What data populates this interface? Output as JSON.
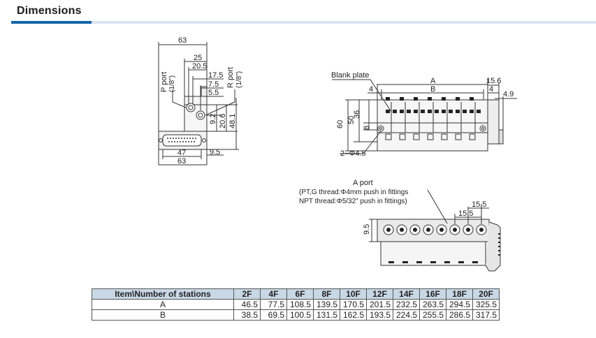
{
  "header": {
    "title": "Dimensions"
  },
  "side_view": {
    "dims": [
      "63",
      "25",
      "20.5",
      "17.5",
      "7.5",
      "5.5",
      "9.2",
      "20.6",
      "48.1",
      "47",
      "63",
      "9.5"
    ],
    "p_port": "P port",
    "p_port_size": "(1/8\")",
    "r_port": "R port",
    "r_port_size": "(1/8\")"
  },
  "top_view": {
    "blank_plate": "Blank plate",
    "dims": [
      "A",
      "B",
      "4",
      "15.6",
      "4",
      "4.9",
      "60",
      "50",
      "36",
      "8"
    ],
    "hole": "2−Φ4.5"
  },
  "port_view": {
    "a_port": "A port",
    "note1": "(PT,G thread:Φ4mm push in fittings",
    "note2": "NPT thread:Φ5/32\" push in fittings)",
    "dims": [
      "15.5",
      "15.5",
      "9.5"
    ]
  },
  "table": {
    "header": [
      "Item\\Number of stations",
      "2F",
      "4F",
      "6F",
      "8F",
      "10F",
      "12F",
      "14F",
      "16F",
      "18F",
      "20F"
    ],
    "rows": [
      [
        "A",
        "46.5",
        "77.5",
        "108.5",
        "139.5",
        "170.5",
        "201.5",
        "232.5",
        "263.5",
        "294.5",
        "325.5"
      ],
      [
        "B",
        "38.5",
        "69.5",
        "100.5",
        "131.5",
        "162.5",
        "193.5",
        "224.5",
        "255.5",
        "286.5",
        "317.5"
      ]
    ]
  }
}
